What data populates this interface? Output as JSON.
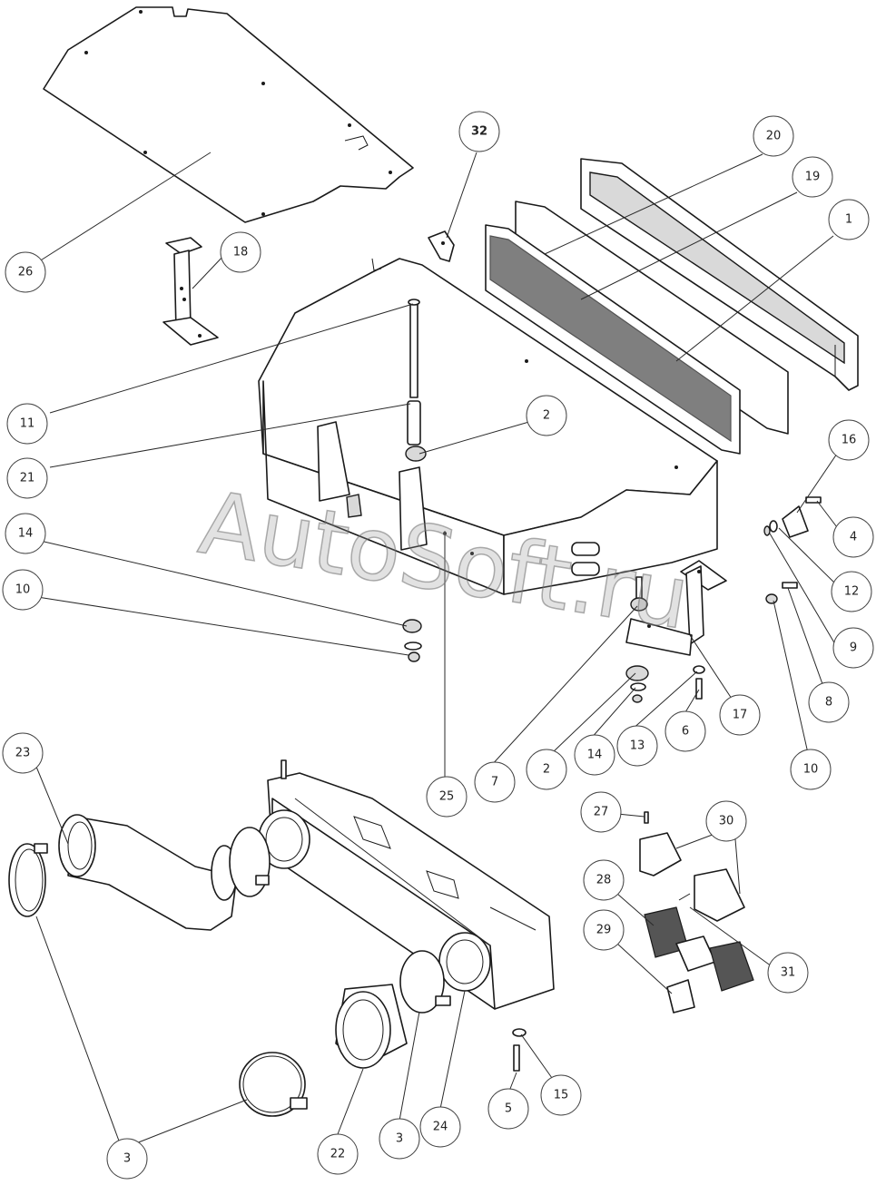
{
  "watermark": "AutoSoft.ru",
  "colors": {
    "line": "#1a1a1a",
    "callout_border": "#444444",
    "watermark": "#969696"
  },
  "callouts": [
    {
      "label": "32"
    },
    {
      "label": "20"
    },
    {
      "label": "19"
    },
    {
      "label": "1"
    },
    {
      "label": "26"
    },
    {
      "label": "18"
    },
    {
      "label": "11"
    },
    {
      "label": "2"
    },
    {
      "label": "21"
    },
    {
      "label": "16"
    },
    {
      "label": "14"
    },
    {
      "label": "4"
    },
    {
      "label": "10"
    },
    {
      "label": "12"
    },
    {
      "label": "9"
    },
    {
      "label": "8"
    },
    {
      "label": "17"
    },
    {
      "label": "6"
    },
    {
      "label": "13"
    },
    {
      "label": "14"
    },
    {
      "label": "2"
    },
    {
      "label": "7"
    },
    {
      "label": "25"
    },
    {
      "label": "10"
    },
    {
      "label": "23"
    },
    {
      "label": "27"
    },
    {
      "label": "30"
    },
    {
      "label": "28"
    },
    {
      "label": "29"
    },
    {
      "label": "31"
    },
    {
      "label": "15"
    },
    {
      "label": "5"
    },
    {
      "label": "24"
    },
    {
      "label": "3"
    },
    {
      "label": "22"
    },
    {
      "label": "3"
    }
  ]
}
